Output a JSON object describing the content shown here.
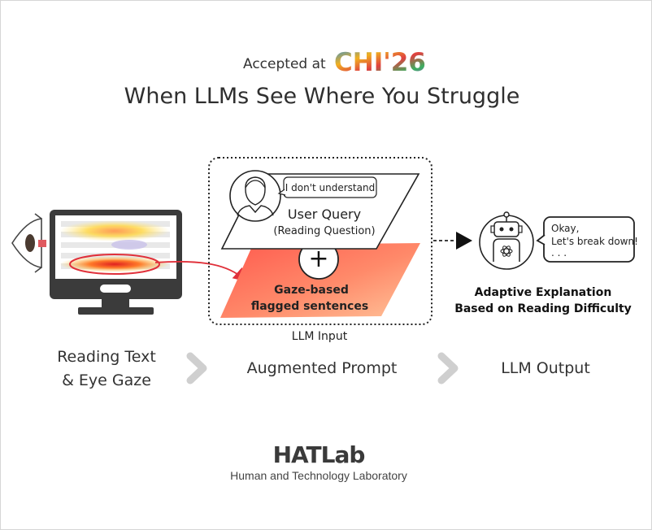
{
  "header": {
    "accepted": "Accepted at",
    "logo_text": "CHI'26",
    "title": "When LLMs See Where You Struggle"
  },
  "prompt": {
    "bubble": "I don't understand",
    "user_query": "User Query",
    "reading_question": "(Reading Question)",
    "plus": "+",
    "gaze_line1": "Gaze-based",
    "gaze_line2": "flagged sentences",
    "input_label": "LLM Input"
  },
  "output": {
    "bubble_line1": "Okay,",
    "bubble_line2": "Let's break down!",
    "bubble_line3": ". . .",
    "caption_line1": "Adaptive Explanation",
    "caption_line2": "Based on Reading Difficulty"
  },
  "steps": {
    "step1_line1": "Reading Text",
    "step1_line2": "& Eye Gaze",
    "step2": "Augmented Prompt",
    "step3": "LLM Output"
  },
  "footer": {
    "lab": "HATLab",
    "lab_full": "Human and Technology Laboratory"
  },
  "colors": {
    "gaze_red": "#e0303a",
    "chevron_gray": "#cfcfcf",
    "monitor_dark": "#3b3b3b"
  }
}
